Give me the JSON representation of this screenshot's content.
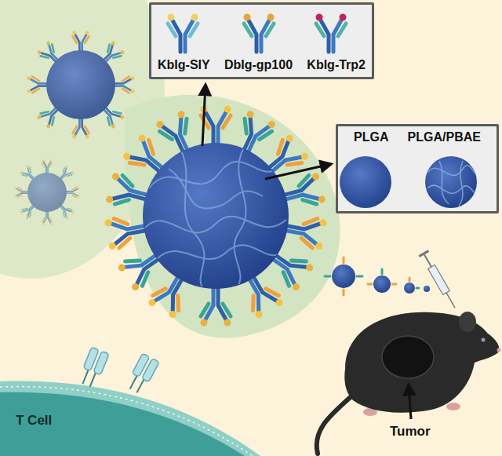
{
  "diagram": {
    "nodes": [
      {
        "text": [
          "KbIg-SIY",
          "DbIg-gp100",
          "KbIg-Trp2"
        ]
      },
      {
        "text": [
          "PLGA",
          "PLGA/PBAE"
        ]
      },
      {
        "text": [
          "T Cell"
        ]
      }
    ],
    "labels": [
      "Tumor"
    ]
  }
}
